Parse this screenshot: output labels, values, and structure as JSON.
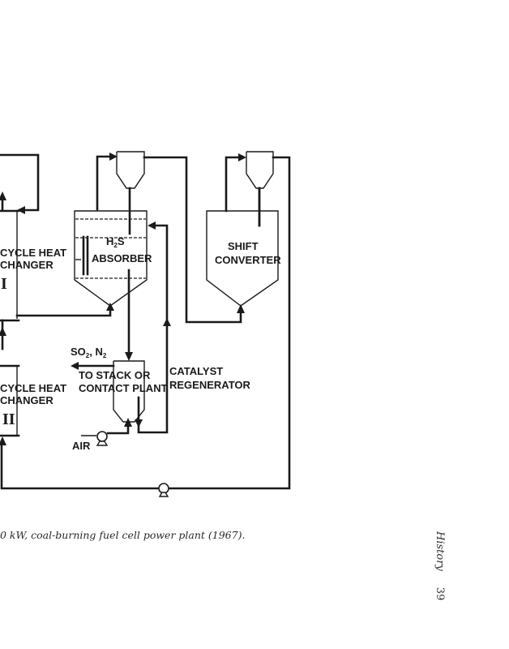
{
  "diagram": {
    "labels": {
      "heat_exchanger_1_line1": "CYCLE HEAT",
      "heat_exchanger_1_line2": "CHANGER",
      "heat_exchanger_1_numeral": "I",
      "heat_exchanger_2_line1": "CYCLE HEAT",
      "heat_exchanger_2_line2": "CHANGER",
      "heat_exchanger_2_numeral": "II",
      "absorber_line1_main": "H",
      "absorber_line1_sub": "2",
      "absorber_line1_tail": "S",
      "absorber_line2": "ABSORBER",
      "shift_line1": "SHIFT",
      "shift_line2": "CONVERTER",
      "exhaust_main": "SO",
      "exhaust_sub": "2",
      "exhaust_mid": ", N",
      "exhaust_sub2": "2",
      "stack_line1": "TO STACK OR",
      "stack_line2": "CONTACT PLANT",
      "regen_line1": "CATALYST",
      "regen_line2": "REGENERATOR",
      "air": "AIR"
    },
    "icons": [
      "pump-icon",
      "arrow-icon",
      "cyclone-separator-icon"
    ]
  },
  "caption": "0 kW, coal-burning fuel cell power plant (1967).",
  "running_head": {
    "title": "History",
    "page": "39"
  }
}
